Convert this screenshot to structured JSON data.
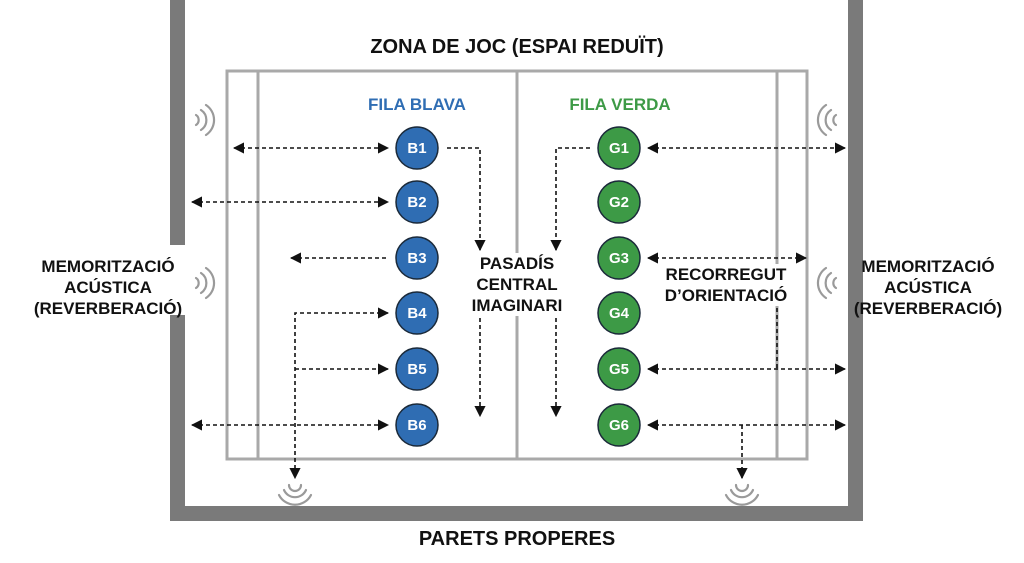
{
  "title": "ZONA DE JOC (ESPAI REDUÏT)",
  "bottom_label": "PARETS PROPERES",
  "left_label": [
    "MEMORITZACIÓ",
    "ACÚSTICA",
    "(REVERBERACIÓ)"
  ],
  "right_label": [
    "MEMORITZACIÓ",
    "ACÚSTICA",
    "(REVERBERACIÓ)"
  ],
  "blue_row": {
    "title": "FILA BLAVA",
    "players": [
      "B1",
      "B2",
      "B3",
      "B4",
      "B5",
      "B6"
    ]
  },
  "green_row": {
    "title": "FILA VERDA",
    "players": [
      "G1",
      "G2",
      "G3",
      "G4",
      "G5",
      "G6"
    ]
  },
  "center_label": [
    "PASADÍS",
    "CENTRAL",
    "IMAGINARI"
  ],
  "route_label": [
    "RECORREGUT",
    "D’ORIENTACIÓ"
  ],
  "colors": {
    "wall": "#7a7a7a",
    "court_line": "#a9a9a9",
    "blue": "#2f6db3",
    "green": "#3d9a46",
    "blue_text": "#2f6db3",
    "green_text": "#3d9a46",
    "arrow": "#111111",
    "sound": "#9a9a9a"
  },
  "icons": {
    "sound_waves": "sound-waves-icon"
  }
}
